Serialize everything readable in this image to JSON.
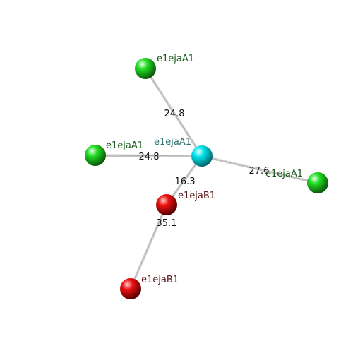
{
  "nodes": [
    {
      "id": "n_center",
      "label": "e1ejaA1",
      "color": "#00e5ee",
      "label_color": "#2f6f6f"
    },
    {
      "id": "n_top",
      "label": "e1ejaA1",
      "color": "#22dd22",
      "label_color": "#1a5a1a"
    },
    {
      "id": "n_left",
      "label": "e1ejaA1",
      "color": "#22dd22",
      "label_color": "#1a5a1a"
    },
    {
      "id": "n_right",
      "label": "e1ejaA1",
      "color": "#22dd22",
      "label_color": "#1a5a1a"
    },
    {
      "id": "n_red_mid",
      "label": "e1ejaB1",
      "color": "#ee1111",
      "label_color": "#5a1a1a"
    },
    {
      "id": "n_red_low",
      "label": "e1ejaB1",
      "color": "#ee1111",
      "label_color": "#5a1a1a"
    }
  ],
  "edges": [
    {
      "from": "n_top",
      "to": "n_center",
      "label": "24.8"
    },
    {
      "from": "n_left",
      "to": "n_center",
      "label": "24.8"
    },
    {
      "from": "n_center",
      "to": "n_right",
      "label": "27.6"
    },
    {
      "from": "n_center",
      "to": "n_red_mid",
      "label": "16.3"
    },
    {
      "from": "n_red_mid",
      "to": "n_red_low",
      "label": "35.1"
    }
  ]
}
